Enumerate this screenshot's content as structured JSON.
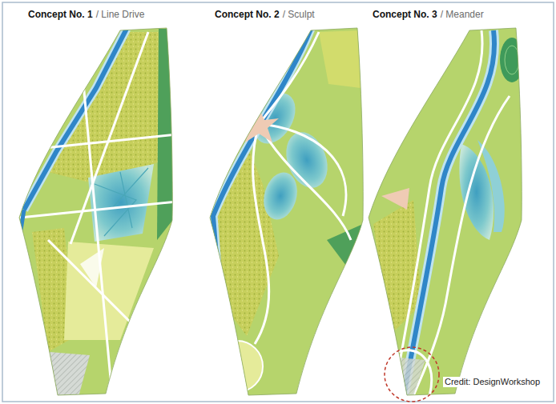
{
  "diagram": {
    "labels": [
      "Concept No. 1",
      "/ Line Drive",
      "Concept No. 2",
      "/ Sculpt",
      "Concept No. 3",
      "/ Meander",
      "Credit: DesignWorkshop"
    ]
  }
}
